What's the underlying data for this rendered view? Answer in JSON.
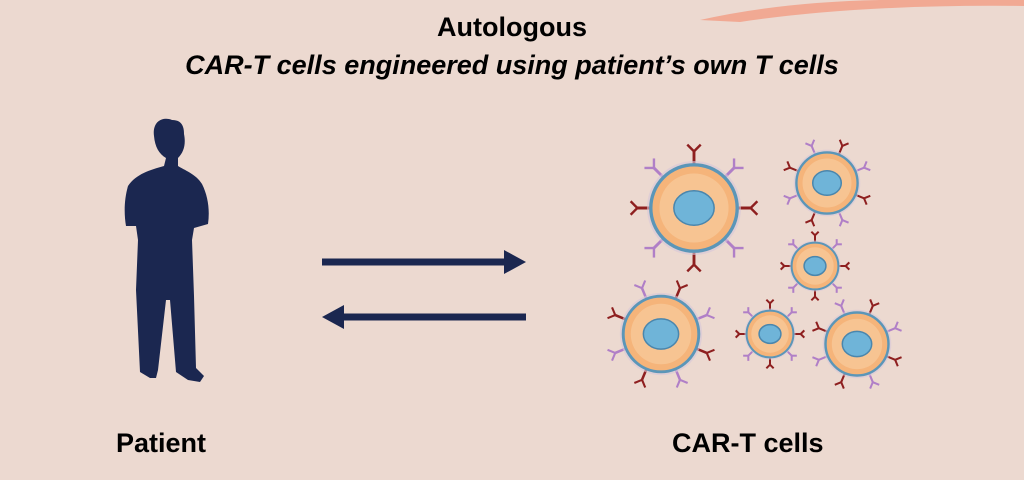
{
  "title": "Autologous",
  "subtitle": "CAR-T cells engineered using patient’s own T cells",
  "left_label": "Patient",
  "right_label": "CAR-T cells",
  "colors": {
    "background": "#ecd9d0",
    "silhouette": "#1b2750",
    "arrow": "#1b2750",
    "cell_outer": "#d7c7d8",
    "cell_membrane": "#5b96b8",
    "cytoplasm": "#f5b47a",
    "nucleus": "#6fb4d8",
    "receptor_dark": "#8e1f1f",
    "receptor_light": "#b07fc7",
    "corner_swoosh": "#f09070"
  },
  "icons": [
    "person-silhouette-icon",
    "arrow-right-icon",
    "arrow-left-icon",
    "car-t-cell-icon"
  ]
}
